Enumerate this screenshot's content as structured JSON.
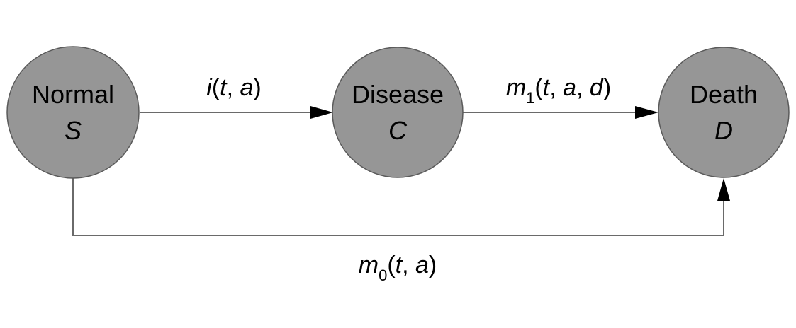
{
  "nodes": {
    "normal": {
      "name": "Normal",
      "symbol": "S",
      "fill": "#969696"
    },
    "disease": {
      "name": "Disease",
      "symbol": "C",
      "fill": "#969696"
    },
    "death": {
      "name": "Death",
      "symbol": "D",
      "fill": "#969696"
    }
  },
  "edges": {
    "incidence": {
      "from": "Normal",
      "to": "Disease",
      "fn": "i",
      "args_open": "(",
      "arg1": "t",
      "sep1": ", ",
      "arg2": "a",
      "args_close": ")"
    },
    "disease_mortality": {
      "from": "Disease",
      "to": "Death",
      "fn": "m",
      "subscript": "1",
      "args_open": "(",
      "arg1": "t",
      "sep1": ", ",
      "arg2": "a",
      "sep2": ", ",
      "arg3": "d",
      "args_close": ")"
    },
    "baseline_mortality": {
      "from": "Normal",
      "to": "Death",
      "fn": "m",
      "subscript": "0",
      "args_open": "(",
      "arg1": "t",
      "sep1": ", ",
      "arg2": "a",
      "args_close": ")"
    }
  },
  "colors": {
    "node_fill": "#969696",
    "node_stroke": "#5a5a5a",
    "edge": "#6a6a6a",
    "arrow": "#000000"
  }
}
